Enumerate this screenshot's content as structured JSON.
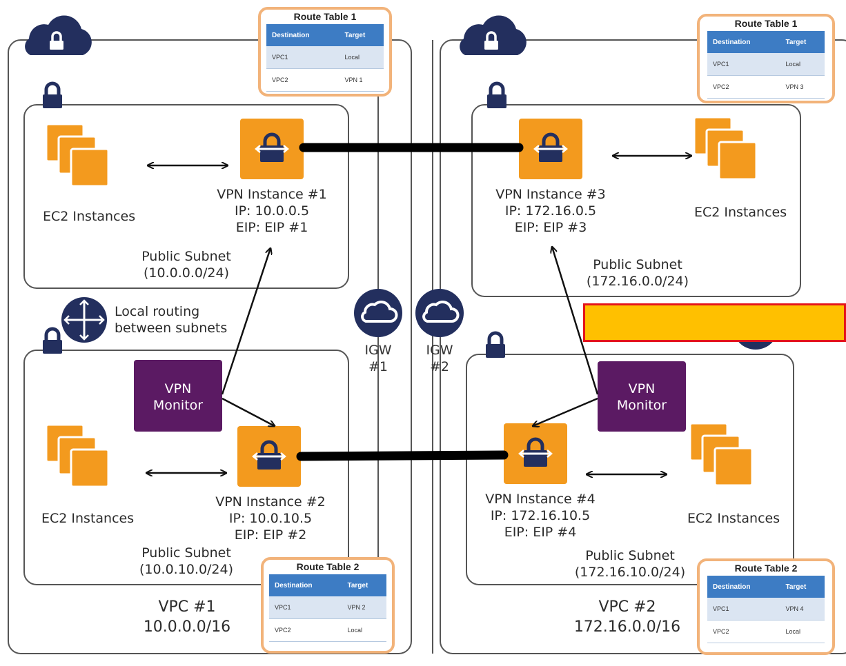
{
  "vpc1": {
    "name": "VPC #1",
    "cidr": "10.0.0.0/16",
    "subnet1": {
      "name": "Public Subnet",
      "cidr": "(10.0.0.0/24)"
    },
    "subnet2": {
      "name": "Public Subnet",
      "cidr": "(10.0.10.0/24)"
    },
    "ec2_label": "EC2 Instances",
    "vpn1": {
      "name": "VPN Instance #1",
      "ip": "IP: 10.0.0.5",
      "eip": "EIP: EIP #1"
    },
    "vpn2": {
      "name": "VPN Instance #2",
      "ip": "IP: 10.0.10.5",
      "eip": "EIP: EIP #2"
    },
    "monitor": {
      "line1": "VPN",
      "line2": "Monitor"
    },
    "route_table_1": {
      "title": "Route Table 1",
      "headers": [
        "Destination",
        "Target"
      ],
      "rows": [
        [
          "VPC1",
          "Local"
        ],
        [
          "VPC2",
          "VPN 1"
        ]
      ]
    },
    "route_table_2": {
      "title": "Route Table 2",
      "headers": [
        "Destination",
        "Target"
      ],
      "rows": [
        [
          "VPC1",
          "VPN 2"
        ],
        [
          "VPC2",
          "Local"
        ]
      ]
    }
  },
  "vpc2": {
    "name": "VPC #2",
    "cidr": "172.16.0.0/16",
    "subnet1": {
      "name": "Public Subnet",
      "cidr": "(172.16.0.0/24)"
    },
    "subnet2": {
      "name": "Public Subnet",
      "cidr": "(172.16.10.0/24)"
    },
    "ec2_label": "EC2 Instances",
    "vpn3": {
      "name": "VPN Instance #3",
      "ip": "IP: 172.16.0.5",
      "eip": "EIP: EIP #3"
    },
    "vpn4": {
      "name": "VPN Instance #4",
      "ip": "IP: 172.16.10.5",
      "eip": "EIP: EIP #4"
    },
    "monitor": {
      "line1": "VPN",
      "line2": "Monitor"
    },
    "route_table_1": {
      "title": "Route Table 1",
      "headers": [
        "Destination",
        "Target"
      ],
      "rows": [
        [
          "VPC1",
          "Local"
        ],
        [
          "VPC2",
          "VPN 3"
        ]
      ]
    },
    "route_table_2": {
      "title": "Route Table 2",
      "headers": [
        "Destination",
        "Target"
      ],
      "rows": [
        [
          "VPC1",
          "VPN 4"
        ],
        [
          "VPC2",
          "Local"
        ]
      ]
    }
  },
  "routing": {
    "line1": "Local routing",
    "line2": "between subnets"
  },
  "igw1": {
    "line1": "IGW",
    "line2": "#1"
  },
  "igw2": {
    "line1": "IGW",
    "line2": "#2"
  },
  "colors": {
    "orange": "#f39a1e",
    "navy": "#232f5e",
    "purple": "#5b1a63",
    "border": "#555555",
    "table_header": "#3d7cc4",
    "table_alt": "#dbe5f2"
  }
}
